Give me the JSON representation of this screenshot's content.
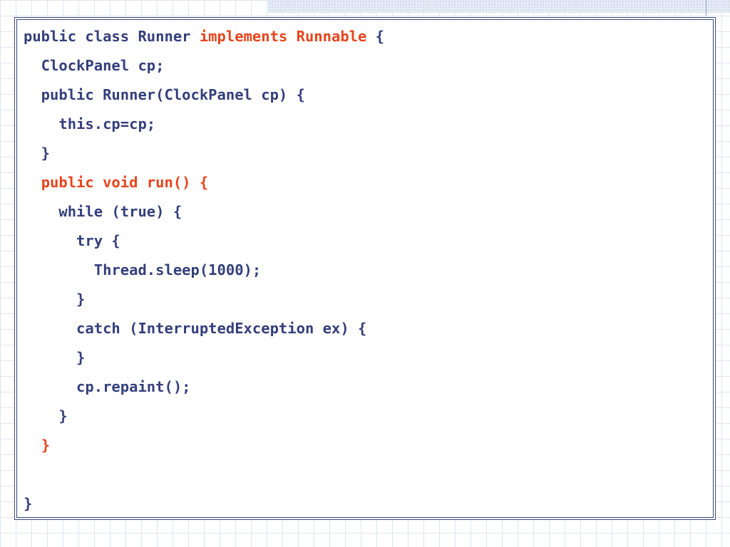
{
  "colors": {
    "code_text": "#333f7c",
    "highlight": "#e8441c",
    "frame_border": "#3a4a7a",
    "grid_lines": "#dfe6f0"
  },
  "code": {
    "lines": [
      {
        "parts": [
          {
            "text": "public class Runner ",
            "style": "normal"
          },
          {
            "text": "implements Runnable",
            "style": "highlight"
          },
          {
            "text": " {",
            "style": "normal"
          }
        ]
      },
      {
        "parts": [
          {
            "text": "  ClockPanel cp;",
            "style": "normal"
          }
        ]
      },
      {
        "parts": [
          {
            "text": "  public Runner(ClockPanel cp) {",
            "style": "normal"
          }
        ]
      },
      {
        "parts": [
          {
            "text": "    this.cp=cp;",
            "style": "normal"
          }
        ]
      },
      {
        "parts": [
          {
            "text": "  }",
            "style": "normal"
          }
        ]
      },
      {
        "parts": [
          {
            "text": "  ",
            "style": "normal"
          },
          {
            "text": "public void run() {",
            "style": "highlight"
          }
        ]
      },
      {
        "parts": [
          {
            "text": "    while (true) {",
            "style": "normal"
          }
        ]
      },
      {
        "parts": [
          {
            "text": "      try {",
            "style": "normal"
          }
        ]
      },
      {
        "parts": [
          {
            "text": "        Thread.sleep(1000);",
            "style": "normal"
          }
        ]
      },
      {
        "parts": [
          {
            "text": "      }",
            "style": "normal"
          }
        ]
      },
      {
        "parts": [
          {
            "text": "      catch (InterruptedException ex) {",
            "style": "normal"
          }
        ]
      },
      {
        "parts": [
          {
            "text": "      }",
            "style": "normal"
          }
        ]
      },
      {
        "parts": [
          {
            "text": "      cp.repaint();",
            "style": "normal"
          }
        ]
      },
      {
        "parts": [
          {
            "text": "    }",
            "style": "normal"
          }
        ]
      },
      {
        "parts": [
          {
            "text": "  ",
            "style": "normal"
          },
          {
            "text": "}",
            "style": "highlight"
          }
        ]
      },
      {
        "parts": [
          {
            "text": "",
            "style": "normal"
          }
        ]
      },
      {
        "parts": [
          {
            "text": "}",
            "style": "normal"
          }
        ]
      }
    ]
  }
}
